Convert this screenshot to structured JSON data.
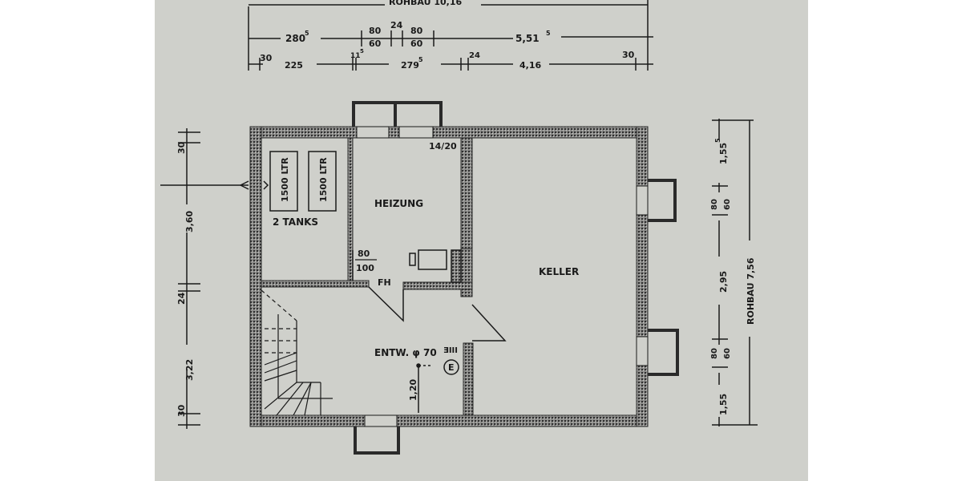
{
  "drawing": {
    "type": "floor plan (basement)",
    "colors": {
      "paper": "#cfd0cb",
      "ink": "#1a1a1a",
      "wall": "#4a4a4a",
      "background": "#ffffff"
    },
    "top_dimensions": {
      "overall": "ROHBAU 10,16",
      "row1": {
        "a": "280",
        "a_sup": "5",
        "w1_top": "80",
        "w1_bot": "60",
        "mid": "24",
        "w2_top": "80",
        "w2_bot": "60",
        "b": "5,51",
        "b_sup": "5"
      },
      "row2": {
        "a": "30",
        "b": "225",
        "c": "11",
        "c_sup": "5",
        "d": "279",
        "d_sup": "5",
        "e": "24",
        "f": "4,16",
        "g": "30"
      }
    },
    "left_dimensions": {
      "top_wall": "30",
      "upper": "3,60",
      "mid_wall": "24",
      "lower": "3,22",
      "bottom_wall": "30"
    },
    "right_dimensions": {
      "top": "1,55",
      "top_sup": "5",
      "w1_top": "80",
      "w1_bot": "60",
      "mid": "2,95",
      "w2_top": "80",
      "w2_bot": "60",
      "bottom": "1,55",
      "overall": "ROHBAU 7,56"
    },
    "rooms": {
      "tank_room": {
        "tank1": "1500 LTR",
        "tank2": "1500 LTR",
        "label": "2 TANKS"
      },
      "heating": {
        "label": "HEIZUNG",
        "chimney": "14/20",
        "door_top": "80",
        "door_bot": "100",
        "door_note": "FH"
      },
      "cellar": {
        "label": "KELLER"
      },
      "hall": {
        "drain": "ENTW. φ 70",
        "height": "1,20",
        "meter": "E"
      }
    }
  }
}
